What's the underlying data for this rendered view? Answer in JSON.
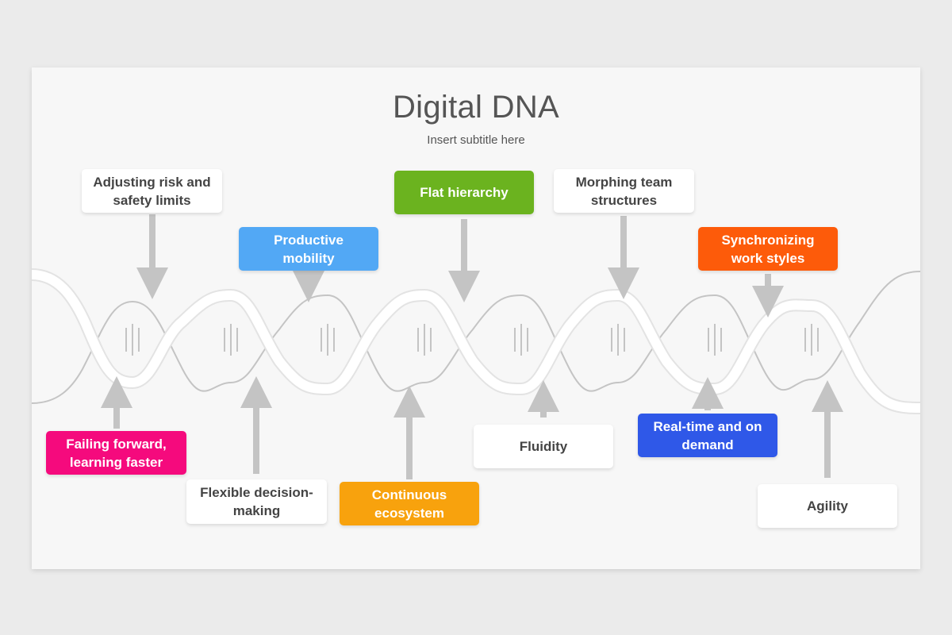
{
  "slide": {
    "title": "Digital DNA",
    "subtitle": "Insert subtitle here"
  },
  "boxes": {
    "adjusting_risk": {
      "label": "Adjusting risk and safety limits",
      "color": "#ffffff"
    },
    "productive_mobility": {
      "label": "Productive mobility",
      "color": "#52a8f5"
    },
    "flat_hierarchy": {
      "label": "Flat hierarchy",
      "color": "#6bb31f"
    },
    "morphing_team": {
      "label": "Morphing team structures",
      "color": "#ffffff"
    },
    "synchronizing": {
      "label": "Synchronizing work styles",
      "color": "#fd5b0a"
    },
    "failing_forward": {
      "label": "Failing forward, learning faster",
      "color": "#f50a7d"
    },
    "flexible_decision": {
      "label": "Flexible decision-making",
      "color": "#ffffff"
    },
    "continuous_ecosystem": {
      "label": "Continuous ecosystem",
      "color": "#f8a20d"
    },
    "fluidity": {
      "label": "Fluidity",
      "color": "#ffffff"
    },
    "real_time": {
      "label": "Real-time and on demand",
      "color": "#2f58e8"
    },
    "agility": {
      "label": "Agility",
      "color": "#ffffff"
    }
  },
  "colors": {
    "strand_white": "#ffffff",
    "strand_gray": "#c4c4c4",
    "arrow": "#c4c4c4",
    "text_dark": "#444444"
  }
}
